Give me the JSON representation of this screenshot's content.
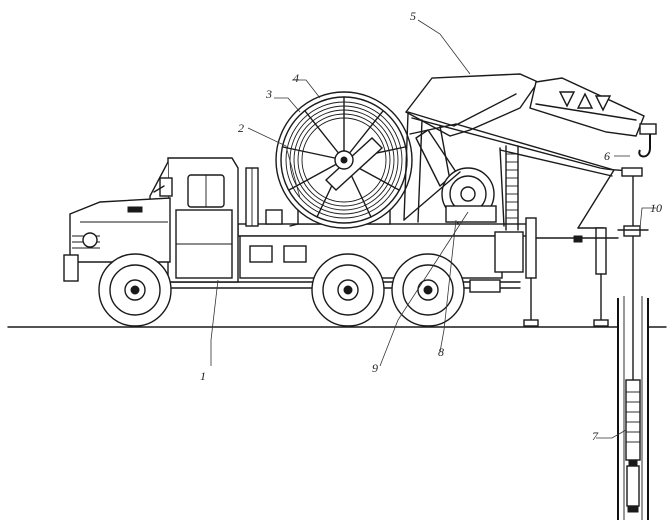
{
  "diagram": {
    "callouts": [
      {
        "id": "c1",
        "text": "1"
      },
      {
        "id": "c2",
        "text": "2"
      },
      {
        "id": "c3",
        "text": "3"
      },
      {
        "id": "c4",
        "text": "4"
      },
      {
        "id": "c5",
        "text": "5"
      },
      {
        "id": "c6",
        "text": "6"
      },
      {
        "id": "c7",
        "text": "7"
      },
      {
        "id": "c8",
        "text": "8"
      },
      {
        "id": "c9",
        "text": "9"
      },
      {
        "id": "c10",
        "text": "10"
      }
    ]
  }
}
